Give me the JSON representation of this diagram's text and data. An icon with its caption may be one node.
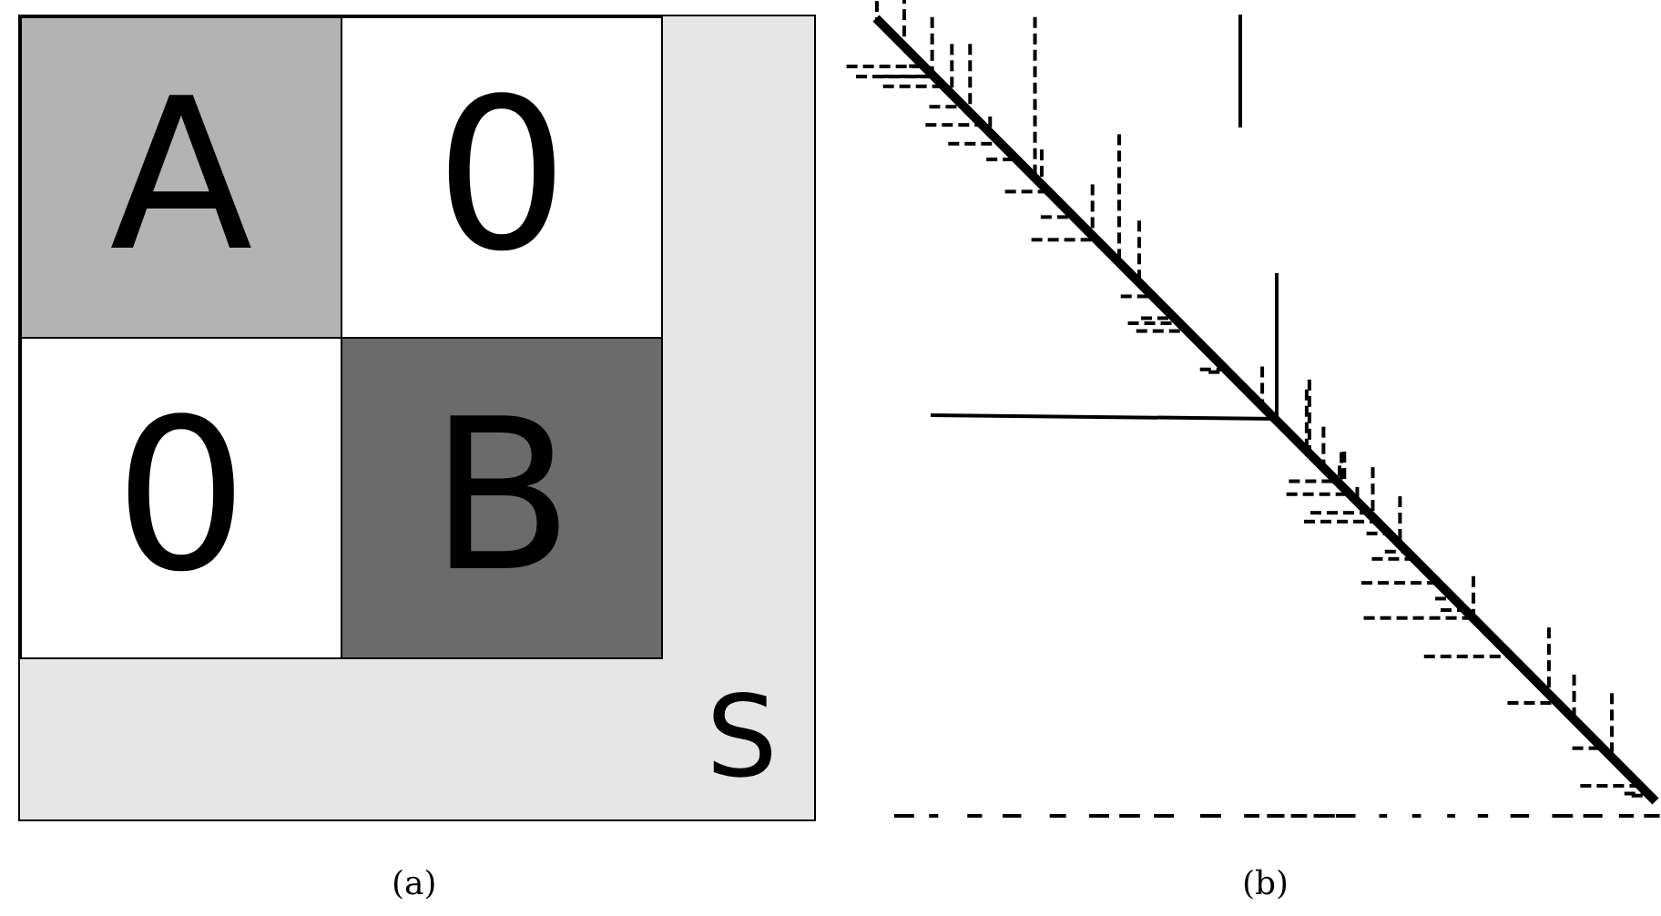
{
  "diagram": {
    "nodes": [
      {
        "text": [
          "S"
        ]
      },
      {
        "text": [
          "A"
        ],
        "in": 0
      },
      {
        "text": [
          "0"
        ],
        "in": 0
      },
      {
        "text": [
          "0"
        ],
        "in": 0
      },
      {
        "text": [
          "B"
        ],
        "in": 0
      }
    ],
    "labels": [
      "(a)",
      "(b)"
    ]
  }
}
